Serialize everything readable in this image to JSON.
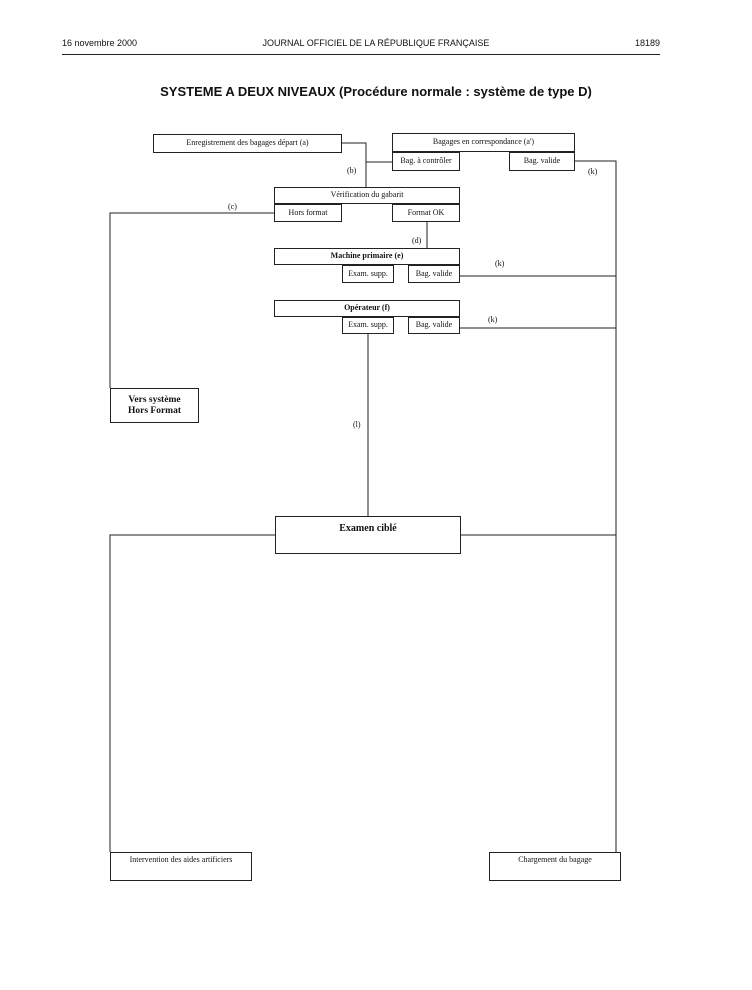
{
  "header": {
    "date": "16 novembre 2000",
    "journal": "JOURNAL OFFICIEL DE LA RÉPUBLIQUE FRANÇAISE",
    "page": "18189"
  },
  "title": "SYSTEME  A DEUX NIVEAUX (Procédure normale : système de type D)",
  "boxes": {
    "enregistrement": "Enregistrement des bagages départ (a)",
    "correspondance": "Bagages en correspondance (a')",
    "bag_a_controler": "Bag. à contrôler",
    "bag_valide_1": "Bag. valide",
    "verification": "Vérification du gabarit",
    "hors_format": "Hors format",
    "format_ok": "Format OK",
    "machine_primaire": "Machine primaire (e)",
    "exam_supp_1": "Exam. supp.",
    "bag_valide_2": "Bag. valide",
    "operateur": "Opérateur (f)",
    "exam_supp_2": "Exam. supp.",
    "bag_valide_3": "Bag. valide",
    "vers_systeme_1": "Vers système",
    "vers_systeme_2": "Hors Format",
    "examen_cible": "Examen ciblé",
    "intervention": "Intervention des aides artificiers",
    "chargement": "Chargement du bagage"
  },
  "labels": {
    "b": "(b)",
    "c": "(c)",
    "d": "(d)",
    "k1": "(k)",
    "k2": "(k)",
    "k3": "(k)",
    "l": "(l)"
  }
}
